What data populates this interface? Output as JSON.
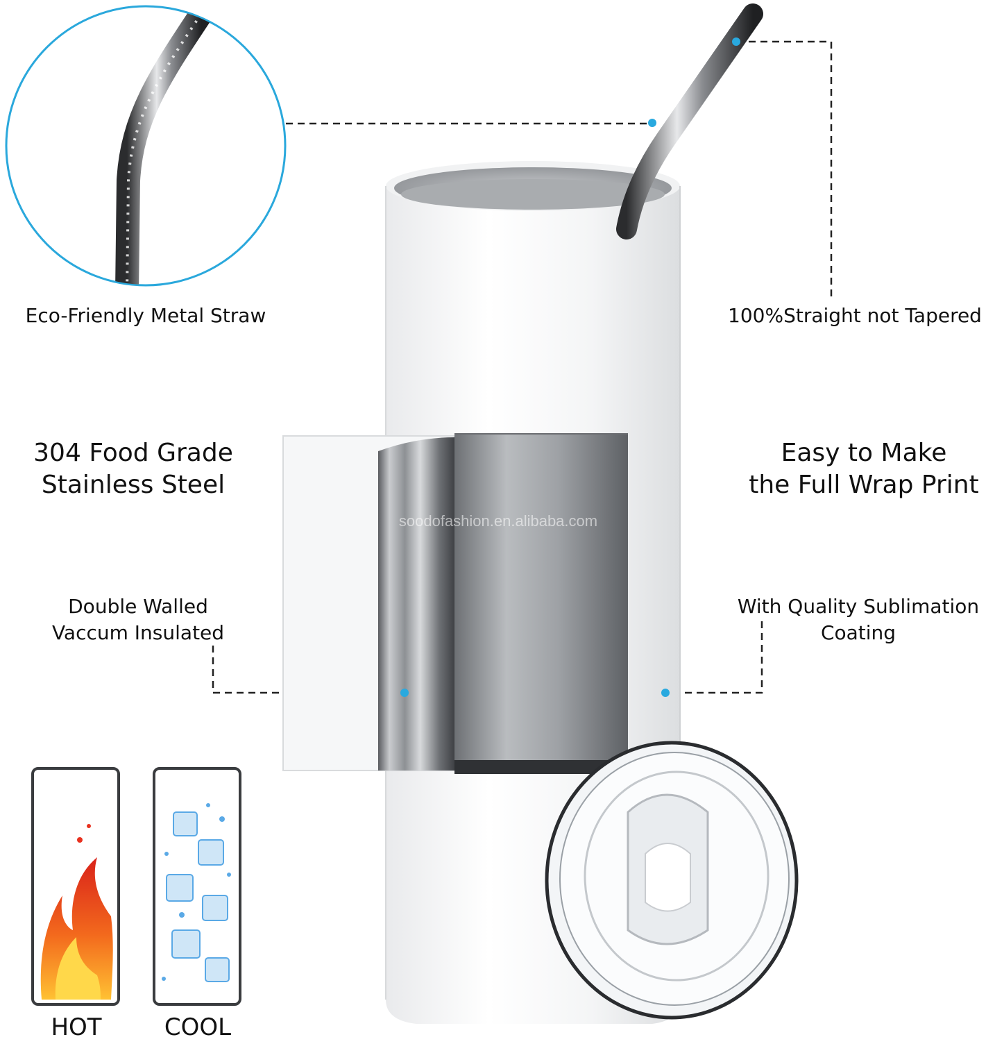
{
  "labels": {
    "straw": "Eco-Friendly Metal Straw",
    "straight": "100%Straight not Tapered",
    "food_line1": "304 Food Grade",
    "food_line2": "Stainless Steel",
    "wrap_line1": "Easy to Make",
    "wrap_line2": "the Full Wrap Print",
    "double_line1": "Double Walled",
    "double_line2": "Vaccum Insulated",
    "coating_line1": "With Quality Sublimation",
    "coating_line2": "Coating",
    "hot": "HOT",
    "cool": "COOL"
  },
  "watermark": "soodofashion.en.alibaba.com",
  "colors": {
    "accent": "#29a9df",
    "circle_border": "#2aa8dc",
    "fire_red": "#e8311f",
    "fire_orange": "#f7931e",
    "water_blue": "#5aa9e6"
  },
  "icons": [
    "straw-closeup",
    "tumbler",
    "steel-inner-wall",
    "clear-lid",
    "fire-icon",
    "ice-water-icon"
  ]
}
